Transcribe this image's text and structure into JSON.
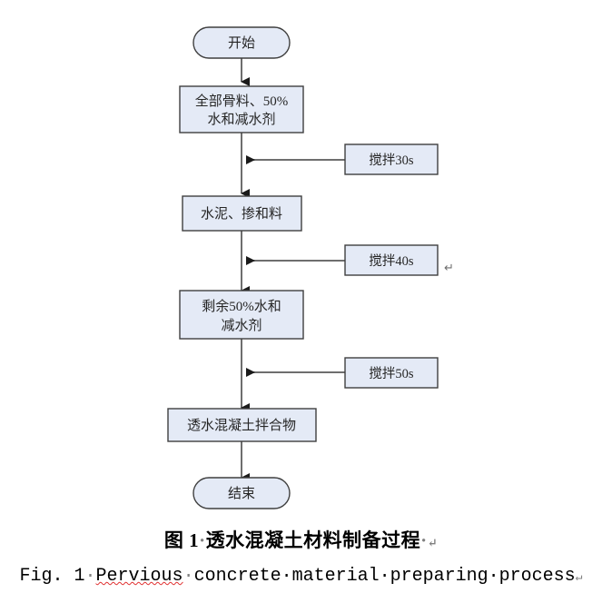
{
  "figure": {
    "type": "flowchart",
    "orientation": "vertical",
    "colors": {
      "node_fill": "#e4eaf6",
      "node_stroke": "#3f3f3f",
      "terminator_stroke": "#3f3f3f",
      "connector": "#6e6e6e",
      "arrowhead": "#1a1a1a",
      "text": "#262626",
      "caption_text": "#000000",
      "spellcheck_underline": "#e03030"
    },
    "nodes": [
      {
        "id": "start",
        "shape": "terminator",
        "label": "开始"
      },
      {
        "id": "step1",
        "shape": "process",
        "label_line1": "全部骨料、50%",
        "label_line2": "水和减水剂"
      },
      {
        "id": "step2",
        "shape": "process",
        "label_line1": "水泥、掺和料",
        "label_line2": ""
      },
      {
        "id": "step3",
        "shape": "process",
        "label_line1": "剩余50%水和",
        "label_line2": "减水剂"
      },
      {
        "id": "step4",
        "shape": "process",
        "label_line1": "透水混凝土拌合物",
        "label_line2": ""
      },
      {
        "id": "end",
        "shape": "terminator",
        "label": "结束"
      }
    ],
    "side_notes": [
      {
        "id": "mix30",
        "label": "搅拌30s",
        "target": "step2"
      },
      {
        "id": "mix40",
        "label": "搅拌40s",
        "target": "step3"
      },
      {
        "id": "mix50",
        "label": "搅拌50s",
        "target": "step4"
      }
    ],
    "editor_marks": [
      {
        "id": "return-mark-mix40",
        "glyph": "↵"
      }
    ]
  },
  "captions": {
    "zh": {
      "prefix": "图 1",
      "sep": "·",
      "title": "透水混凝土材料制备过程",
      "trailing_dot": "·",
      "pilcrow": "↵"
    },
    "en": {
      "prefix": "Fig. 1",
      "sep": "·",
      "word_misspelled": "Pervious",
      "rest": "concrete·material·preparing·process",
      "pilcrow": "↵",
      "full": "Fig. 1·Pervious·concrete·material·preparing·process"
    }
  }
}
